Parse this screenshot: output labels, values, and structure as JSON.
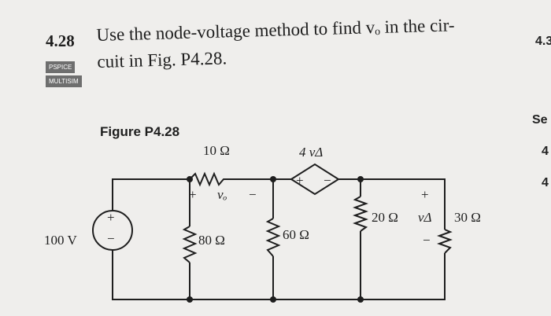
{
  "problem": {
    "number": "4.28",
    "line1": "Use the node-voltage method to find vₒ in the cir-",
    "line2": "cuit in Fig. P4.28.",
    "badges": [
      "PSPICE",
      "MULTISIM"
    ]
  },
  "figure": {
    "label": "Figure P4.28",
    "source_voltage": "100 V",
    "r_top": "10 Ω",
    "r_80": "80 Ω",
    "r_60": "60 Ω",
    "r_20": "20 Ω",
    "r_30": "30 Ω",
    "dep_source": "4 vΔ",
    "vo": "vₒ",
    "vdelta": "vΔ",
    "plus": "+",
    "minus": "−"
  },
  "edge_right": [
    "4.3",
    "Se",
    "4",
    "4"
  ]
}
